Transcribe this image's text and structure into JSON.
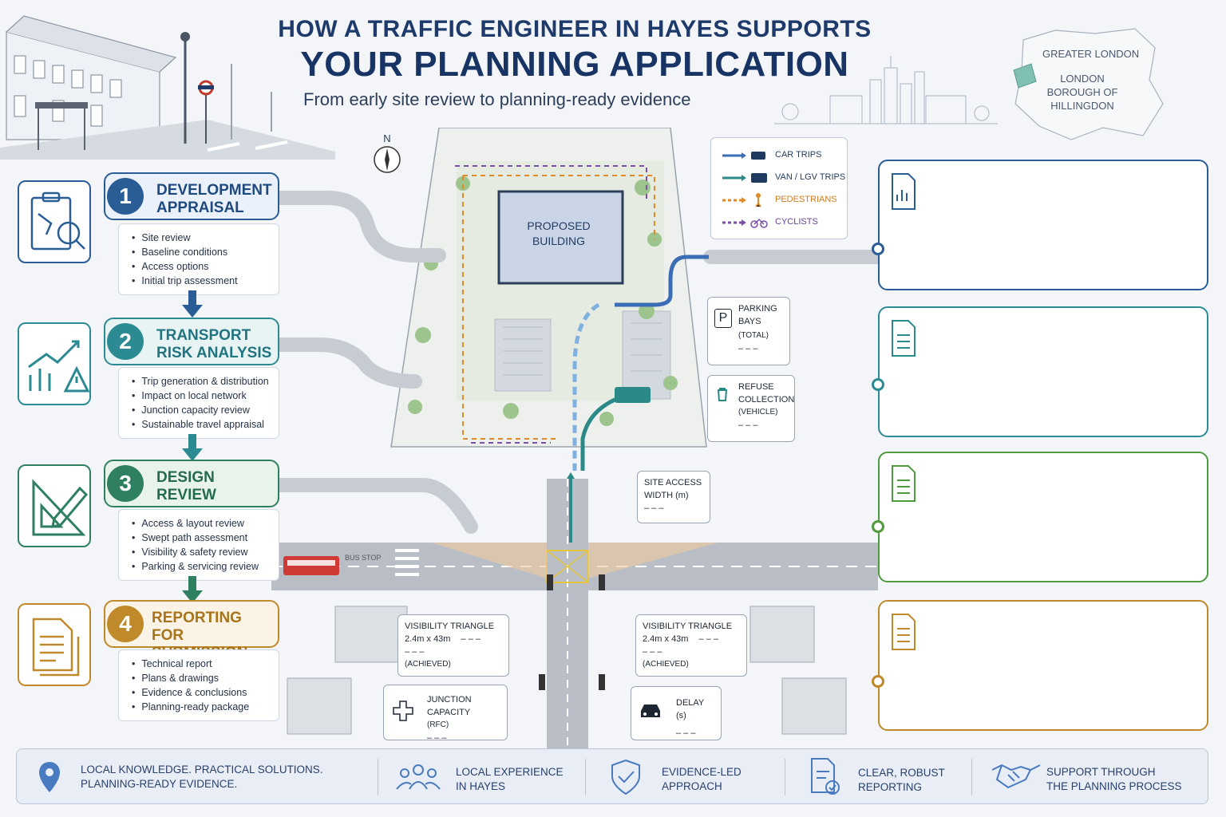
{
  "header": {
    "line1": "HOW A TRAFFIC ENGINEER IN HAYES SUPPORTS",
    "line2": "YOUR PLANNING APPLICATION",
    "subtitle": "From early site review to planning-ready evidence"
  },
  "locator": {
    "region": "GREATER LONDON",
    "borough": "LONDON BOROUGH OF HILLINGDON"
  },
  "compass": {
    "label": "N"
  },
  "colors": {
    "step1": "#2a5d96",
    "step2": "#2b8a92",
    "step3": "#2f8060",
    "step4": "#c08a2a"
  },
  "steps": [
    {
      "number": "1",
      "title_line1": "DEVELOPMENT",
      "title_line2": "APPRAISAL",
      "icon": "clipboard-magnifier-icon",
      "items": [
        "Site review",
        "Baseline conditions",
        "Access options",
        "Initial trip assessment"
      ]
    },
    {
      "number": "2",
      "title_line1": "TRANSPORT",
      "title_line2": "RISK ANALYSIS",
      "icon": "chart-warning-icon",
      "items": [
        "Trip generation & distribution",
        "Impact on local network",
        "Junction capacity review",
        "Sustainable travel appraisal"
      ]
    },
    {
      "number": "3",
      "title_line1": "DESIGN",
      "title_line2": "REVIEW",
      "icon": "ruler-pencil-icon",
      "items": [
        "Access & layout review",
        "Swept path assessment",
        "Visibility & safety review",
        "Parking & servicing review"
      ]
    },
    {
      "number": "4",
      "title_line1": "REPORTING FOR",
      "title_line2": "SUBMISSION",
      "icon": "documents-icon",
      "items": [
        "Technical report",
        "Plans & drawings",
        "Evidence & conclusions",
        "Planning-ready package"
      ]
    }
  ],
  "legend": [
    {
      "label": "CAR TRIPS",
      "color": "#3a6db5",
      "icon": "car-icon"
    },
    {
      "label": "VAN / LGV TRIPS",
      "color": "#2b8a88",
      "icon": "van-icon"
    },
    {
      "label": "PEDESTRIANS",
      "color": "#e08a2a",
      "icon": "pedestrian-icon"
    },
    {
      "label": "CYCLISTS",
      "color": "#7b4ea8",
      "icon": "bicycle-icon"
    }
  ],
  "site": {
    "building": "PROPOSED BUILDING",
    "bus_stop_text": "BUS STOP"
  },
  "callouts": {
    "parking": {
      "symbol": "P",
      "line1": "PARKING",
      "line2": "BAYS",
      "line3": "(TOTAL)",
      "value": "– – –"
    },
    "refuse": {
      "line1": "REFUSE",
      "line2": "COLLECTION",
      "line3": "(VEHICLE)",
      "value": "– – –"
    },
    "access": {
      "line1": "SITE ACCESS",
      "line2": "WIDTH (m)",
      "value": "– – –"
    },
    "vis_left": {
      "line1": "VISIBILITY TRIANGLE",
      "line2": "2.4m x 43m",
      "value1": "– – –",
      "value2": "– – –",
      "line3": "(ACHIEVED)"
    },
    "vis_right": {
      "line1": "VISIBILITY TRIANGLE",
      "line2": "2.4m x 43m",
      "value1": "– – –",
      "value2": "– – –",
      "line3": "(ACHIEVED)"
    },
    "junction": {
      "line1": "JUNCTION CAPACITY",
      "line2": "(RFC)",
      "value": "– – –"
    },
    "delay": {
      "line1": "DELAY (s)",
      "value": "– – –"
    }
  },
  "footer": {
    "tagline_line1": "LOCAL KNOWLEDGE. PRACTICAL SOLUTIONS.",
    "tagline_line2": "PLANNING-READY EVIDENCE.",
    "items": [
      {
        "line1": "LOCAL EXPERIENCE",
        "line2": "IN HAYES",
        "icon": "people-icon"
      },
      {
        "line1": "EVIDENCE-LED",
        "line2": "APPROACH",
        "icon": "shield-check-icon"
      },
      {
        "line1": "CLEAR, ROBUST",
        "line2": "REPORTING",
        "icon": "document-check-icon"
      },
      {
        "line1": "SUPPORT THROUGH",
        "line2": "THE PLANNING PROCESS",
        "icon": "handshake-icon"
      }
    ]
  }
}
